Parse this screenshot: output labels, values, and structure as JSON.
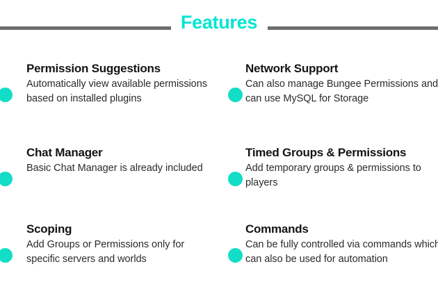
{
  "header": {
    "title": "Features",
    "title_color": "#00e5d2",
    "rule_color": "#6e6e6e"
  },
  "theme": {
    "background": "#ffffff",
    "accent": "#12ddc6",
    "heading_color": "#141414",
    "body_color": "#2b2b2b"
  },
  "features": {
    "bullet_icon": "dot-icon",
    "left": [
      {
        "title": "Permission Suggestions",
        "description": "Automatically view available permissions based on installed plugins"
      },
      {
        "title": "Chat Manager",
        "description": "Basic Chat Manager is already included"
      },
      {
        "title": "Scoping",
        "description": "Add Groups or Permissions only for specific servers and worlds"
      }
    ],
    "right": [
      {
        "title": "Network Support",
        "description": "Can also manage Bungee Permissions and can use MySQL for Storage"
      },
      {
        "title": "Timed Groups & Permissions",
        "description": "Add temporary groups & permissions to players"
      },
      {
        "title": "Commands",
        "description": "Can be fully controlled via commands which can also be used for automation"
      }
    ]
  }
}
